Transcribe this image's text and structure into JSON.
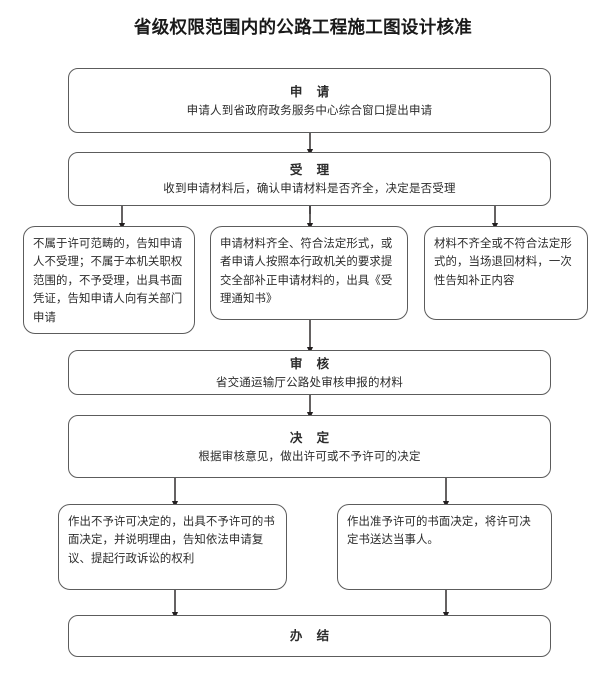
{
  "page": {
    "title": "省级权限范围内的公路工程施工图设计核准"
  },
  "flowchart": {
    "type": "process-flowchart",
    "orientation": "top-to-bottom",
    "accent_color": "#5c5c5c",
    "text_color": "#2b2b2b",
    "background": "#ffffff",
    "nodes": [
      {
        "id": "apply",
        "heading": "申  请",
        "desc": "申请人到省政府政务服务中心综合窗口提出申请"
      },
      {
        "id": "accept",
        "heading": "受  理",
        "desc": "收到申请材料后，确认申请材料是否齐全，决定是否受理"
      },
      {
        "id": "branch-left",
        "heading": "",
        "desc": "不属于许可范畴的，告知申请人不受理；不属于本机关职权范围的，不予受理，出具书面凭证，告知申请人向有关部门申请"
      },
      {
        "id": "branch-middle",
        "heading": "",
        "desc": "申请材料齐全、符合法定形式，或者申请人按照本行政机关的要求提交全部补正申请材料的，出具《受理通知书》"
      },
      {
        "id": "branch-right",
        "heading": "",
        "desc": "材料不齐全或不符合法定形式的，当场退回材料，一次性告知补正内容"
      },
      {
        "id": "review",
        "heading": "审  核",
        "desc": "省交通运输厅公路处审核申报的材料"
      },
      {
        "id": "decision",
        "heading": "决  定",
        "desc": "根据审核意见，做出许可或不予许可的决定"
      },
      {
        "id": "decision-deny",
        "heading": "",
        "desc": "作出不予许可决定的，出具不予许可的书面决定，并说明理由，告知依法申请复议、提起行政诉讼的权利"
      },
      {
        "id": "decision-grant",
        "heading": "",
        "desc": "作出准予许可的书面决定，将许可决定书送达当事人。"
      },
      {
        "id": "finish",
        "heading": "办  结",
        "desc": ""
      }
    ]
  }
}
